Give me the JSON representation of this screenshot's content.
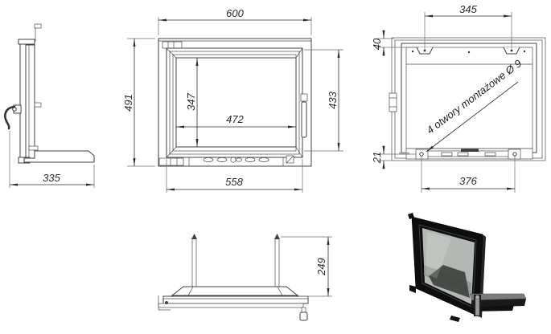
{
  "page": {
    "background": "#ffffff"
  },
  "drawing": {
    "line_color": "#404040",
    "dim_color": "#2b2b2b",
    "note": "4 otwory montażowe Ø 9",
    "side_view": {
      "width_mm": "335"
    },
    "front_view": {
      "outer_width_mm": "600",
      "outer_height_mm": "491",
      "glass_height_mm": "347",
      "glass_width_mm": "472",
      "door_height_mm": "433",
      "door_width_mm": "558"
    },
    "back_view": {
      "top_holes_spacing_mm": "345",
      "top_hole_offset_mm": "40",
      "bottom_hole_offset_mm": "21",
      "bottom_holes_spacing_mm": "376"
    },
    "top_view": {
      "depth_mm": "249"
    },
    "render": {
      "frame_color": "#0e0e0e",
      "glass_color": "#b4b8b4",
      "shelf_color": "#7a7e7a",
      "handle_color": "#9b9b9b"
    }
  }
}
